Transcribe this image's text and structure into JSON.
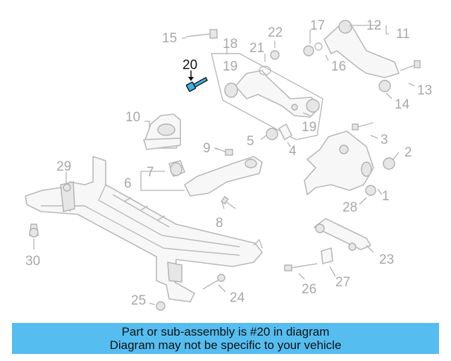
{
  "highlight_color": "#39b3e6",
  "banner_color": "#55bdf0",
  "callouts": {
    "n1": "1",
    "n2": "2",
    "n3": "3",
    "n4": "4",
    "n5": "5",
    "n6": "6",
    "n7": "7",
    "n8": "8",
    "n9": "9",
    "n10": "10",
    "n11": "11",
    "n12": "12",
    "n13": "13",
    "n14": "14",
    "n15": "15",
    "n16": "16",
    "n17": "17",
    "n18": "18",
    "n19a": "19",
    "n19b": "19",
    "n20": "20",
    "n21": "21",
    "n22": "22",
    "n23": "23",
    "n24": "24",
    "n25": "25",
    "n26": "26",
    "n27": "27",
    "n28": "28",
    "n29": "29",
    "n30": "30"
  },
  "banner": {
    "line1": "Part or sub-assembly is #20 in diagram",
    "line2": "Diagram may not be specific to your vehicle"
  }
}
